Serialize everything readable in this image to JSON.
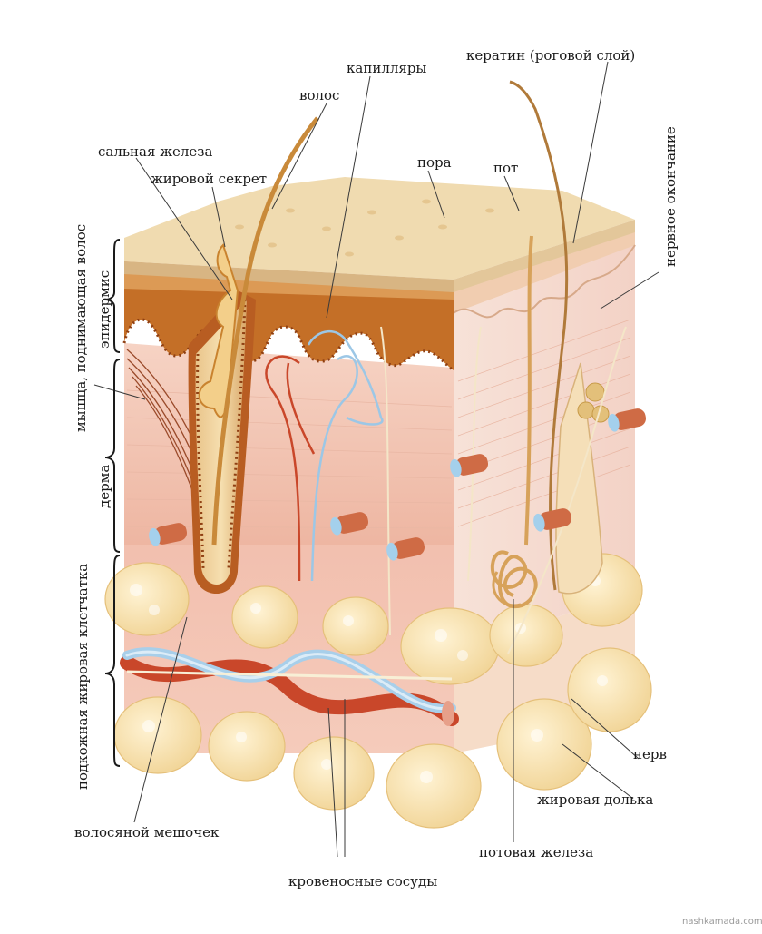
{
  "diagram": {
    "labels": {
      "keratin": "кератин (роговой слой)",
      "capillaries": "капилляры",
      "hair": "волос",
      "sebaceous_gland": "сальная железа",
      "fat_secretion": "жировой секрет",
      "pore": "пора",
      "sweat": "пот",
      "nerve_ending": "нервное окончание",
      "arrector_muscle": "мышца, поднимающая волос",
      "epidermis": "эпидермис",
      "dermis": "дерма",
      "subcutaneous": "подкожная жировая клетчатка",
      "nerve": "нерв",
      "fat_lobule": "жировая долька",
      "hair_follicle": "волосяной мешочек",
      "sweat_gland": "потовая железа",
      "blood_vessels": "кровеносные сосуды"
    },
    "watermark": "nashkamada.com",
    "colors": {
      "surface": "#f1dcb2",
      "epidermis": "#c8782e",
      "dermis": "#f0bfae",
      "fat": "#f6dfaa",
      "artery": "#c9472a",
      "vein": "#9cc7e6",
      "hair": "#c98a3a"
    }
  }
}
